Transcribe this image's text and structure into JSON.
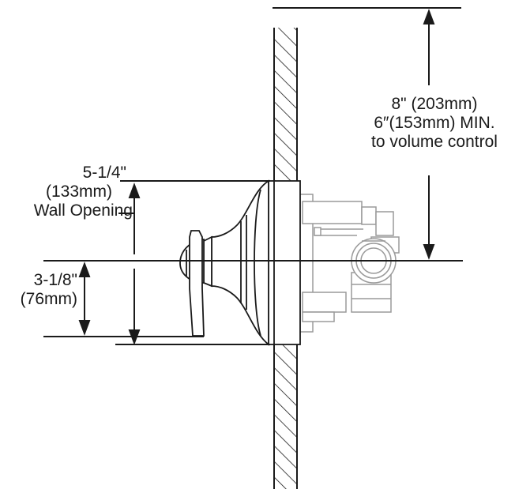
{
  "dimensions": {
    "top_clearance": {
      "line1": "8\" (203mm)",
      "line2": "6″(153mm) MIN.",
      "line3": "to volume control"
    },
    "wall_opening": {
      "line1": "5-1/4\"",
      "line2": "(133mm)",
      "line3": "Wall Opening"
    },
    "lower_offset": {
      "line1": "3-1/8\"",
      "line2": "(76mm)"
    }
  },
  "colors": {
    "ink": "#1a1a1a",
    "light_ink": "#9a9a9a"
  }
}
